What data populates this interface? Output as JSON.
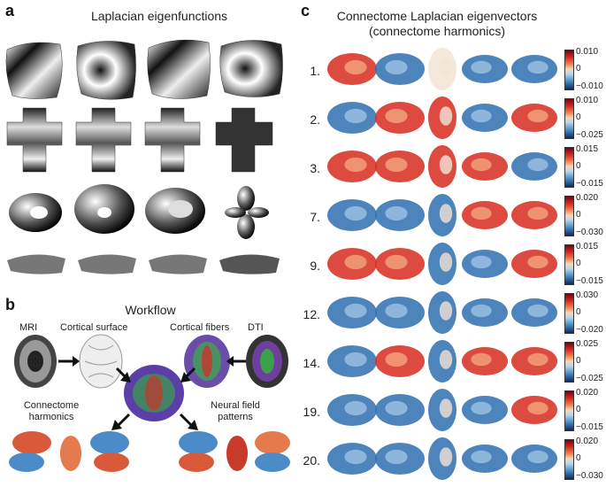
{
  "panel_a": {
    "letter": "a",
    "title": "Laplacian eigenfunctions"
  },
  "panel_b": {
    "letter": "b",
    "title": "Workflow",
    "labels": {
      "mri": "MRI",
      "cortical_surface": "Cortical surface",
      "cortical_fibers": "Cortical fibers",
      "dti": "DTI",
      "connectome_harmonics": "Connectome\nharmonics",
      "neural_field_patterns": "Neural field\npatterns"
    }
  },
  "panel_c": {
    "letter": "c",
    "title_line1": "Connectome Laplacian eigenvectors",
    "title_line2": "(connectome harmonics)",
    "rows": [
      {
        "label": "1.",
        "max": "0.010",
        "mid": "0",
        "min": "−0.010"
      },
      {
        "label": "2.",
        "max": "0.010",
        "mid": "0",
        "min": "−0.025"
      },
      {
        "label": "3.",
        "max": "0.015",
        "mid": "0",
        "min": "−0.015"
      },
      {
        "label": "7.",
        "max": "0.020",
        "mid": "0",
        "min": "−0.030"
      },
      {
        "label": "9.",
        "max": "0.015",
        "mid": "0",
        "min": "−0.015"
      },
      {
        "label": "12.",
        "max": "0.030",
        "mid": "0",
        "min": "−0.020"
      },
      {
        "label": "14.",
        "max": "0.025",
        "mid": "0",
        "min": "−0.025"
      },
      {
        "label": "19.",
        "max": "0.020",
        "mid": "0",
        "min": "−0.015"
      },
      {
        "label": "20.",
        "max": "0.020",
        "mid": "0",
        "min": "−0.030"
      }
    ]
  },
  "colors": {
    "warm": "#d62a1e",
    "cool": "#2f6fb0",
    "neutral": "#f2e4d6"
  }
}
